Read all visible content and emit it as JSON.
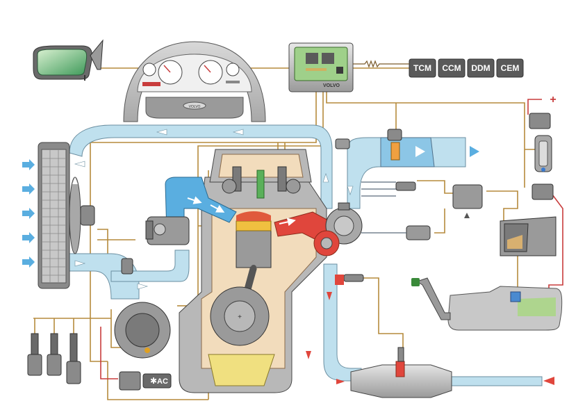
{
  "modules": {
    "tcm": "TCM",
    "ccm": "CCM",
    "ddm": "DDM",
    "cem": "CEM"
  },
  "ecm_brand": "VOLVO",
  "cluster_brand": "VOLVO",
  "ac_label": "AC",
  "battery_sign": "+",
  "colors": {
    "intake_air": "#bfe0ee",
    "cold_air": "#5aaee0",
    "exhaust": "#e0463c",
    "engine_body": "#b8b8b8",
    "engine_inner": "#f2dcbc",
    "wire": "#b58a3c",
    "red_wire": "#c83c3c",
    "module_box": "#5a5a5a",
    "ecm_board": "#9fd08a"
  },
  "icons": {
    "mirror": "side-mirror-icon",
    "cluster": "instrument-cluster-icon",
    "ecm": "engine-control-module-icon",
    "radiator": "radiator-icon",
    "fan": "cooling-fan-icon",
    "pedals": "pedal-icon",
    "throttle": "throttle-body-icon",
    "turbo": "turbocharger-icon",
    "maf": "mass-air-flow-sensor-icon",
    "catalyst": "catalytic-converter-icon",
    "fuel_tank": "fuel-tank-icon",
    "evap_canister": "evap-canister-icon",
    "obd": "diagnostic-connector-icon",
    "ac_snowflake": "snowflake-icon"
  }
}
